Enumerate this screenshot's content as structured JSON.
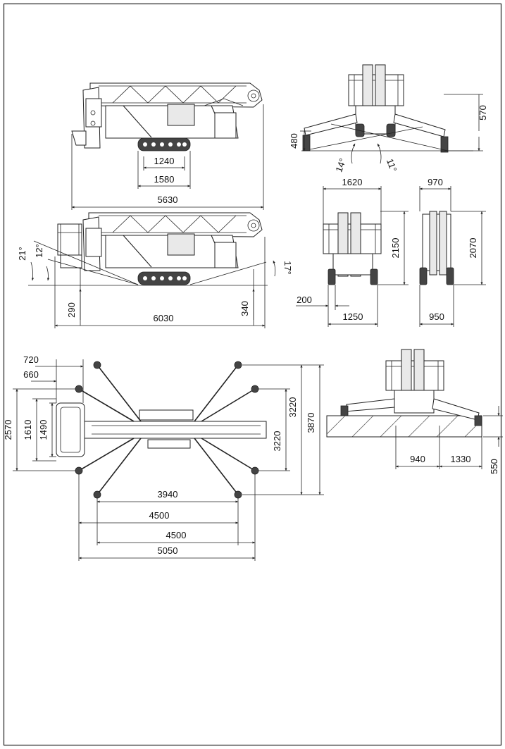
{
  "dimensions": {
    "side_view": {
      "track_length": "1240",
      "track_width_overall": "1580",
      "total_length": "5630"
    },
    "side_view_basket": {
      "total_length": "6030",
      "front_clearance": "290",
      "rear_clearance": "340",
      "angle_front_outer": "21°",
      "angle_front_inner": "12°",
      "angle_rear": "17°"
    },
    "rear_view": {
      "outrigger_height_right": "570",
      "outrigger_height_left": "480",
      "angle_left": "14°",
      "angle_right": "11°"
    },
    "front_view_basket": {
      "basket_width": "1620",
      "height": "2150",
      "offset": "200",
      "track_width": "1250"
    },
    "front_view_narrow": {
      "top_width": "970",
      "height": "2070",
      "base_width": "950"
    },
    "top_view": {
      "basket_offset_outer": "720",
      "basket_offset_inner": "660",
      "basket_width_outer": "2570",
      "basket_width_mid": "1610",
      "basket_width_inner": "1490",
      "outrigger_span_inner": "3220",
      "outrigger_span_mid": "3220",
      "outrigger_span_outer": "3870",
      "length_1": "3940",
      "length_2": "4500",
      "length_3": "4500",
      "length_4": "5050"
    },
    "slope_view": {
      "offset_left": "940",
      "offset_right": "1330",
      "height": "550"
    }
  }
}
